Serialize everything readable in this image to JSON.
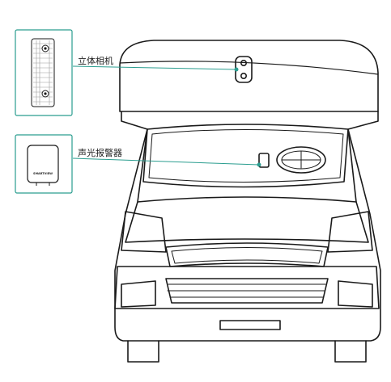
{
  "callouts": [
    {
      "label": "立体相机",
      "icon": "stereo-camera-icon"
    },
    {
      "label": "声光报警器",
      "icon": "alarm-device-icon"
    }
  ],
  "alarm_device_brand": "SMARTVIEW",
  "colors": {
    "leader_line": "#2a9d8f",
    "callout_border": "#2a9d8f",
    "stroke": "#1a1a1a",
    "background": "#ffffff"
  }
}
